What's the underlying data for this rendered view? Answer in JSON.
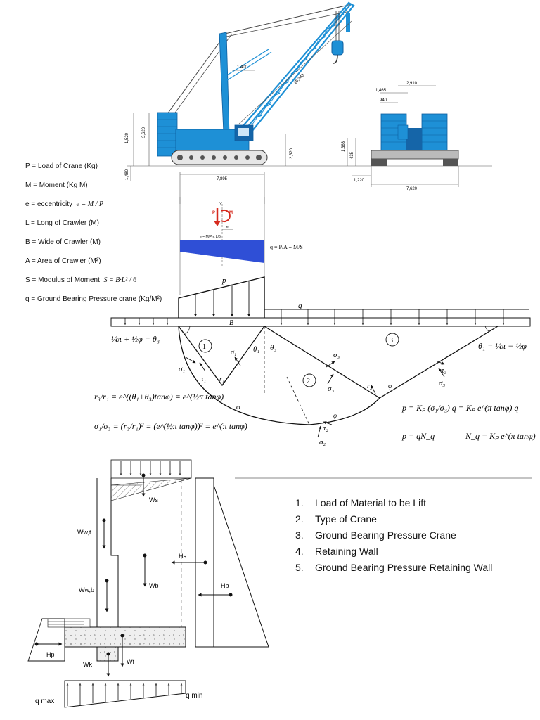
{
  "legend": [
    "P = Load of Crane (Kg)",
    "M = Moment (Kg M)",
    "e = eccentricity",
    "L = Long of Crawler (M)",
    "B = Wide of Crawler (M)",
    "A = Area of Crawler (M²)",
    "S = Modulus of Moment",
    "q = Ground Bearing Pressure crane (Kg/M²)"
  ],
  "legend_formulas": {
    "e": "e = M / P",
    "s": "S = B·L² / 6"
  },
  "crane_dims": {
    "d1400": "1,400",
    "d15240": "15,240",
    "d3620": "3,620",
    "d1520": "1,520",
    "d2320": "2,320",
    "d1480": "1,480",
    "d7895": "7,895",
    "d1465": "1,465",
    "d2910": "2,910",
    "d940": "940",
    "d1363": "1,363",
    "d435": "435",
    "d1220": "1,220",
    "d7620": "7,620"
  },
  "pressure_block": {
    "P": "P",
    "M": "M",
    "Y": "Y",
    "e_label": "e",
    "q_formula": "q = P/A + M/S",
    "inner_formula": "e = M/P ≤ L/6"
  },
  "bearing": {
    "p": "p",
    "q": "q",
    "B": "B",
    "zone1": "1",
    "zone2": "2",
    "zone3": "3",
    "angle_left": "¼π + ½φ = θ₃",
    "angle_right": "θ₁ = ¼π − ½φ",
    "theta1": "θ₁",
    "theta3": "θ₃",
    "sigma1": "σ₁",
    "sigma2": "σ₂",
    "sigma3": "σ₃",
    "tau1": "τ₁",
    "tau2": "τ₂",
    "tau3": "τ₃",
    "r1": "r₁",
    "r3": "r₃",
    "phi": "φ",
    "eq1": "r₃/r₁ = e^((θ₁+θ₃)tanφ) = e^(½π tanφ)",
    "eq2": "σ₁/σ₃ = (r₃/r₁)² = (e^(½π tanφ))² = e^(π tanφ)",
    "eq3": "p = Kₚ (σ₁/σ₃) q = Kₚ e^(π tanφ) q",
    "eq4": "p = qN_q",
    "eq5": "N_q = Kₚ e^(π tanφ)"
  },
  "wall": {
    "Ws": "Ws",
    "Wwt": "Ww,t",
    "Hs": "Hs",
    "Wb": "Wb",
    "Wwb": "Ww,b",
    "Hb": "Hb",
    "Hp": "Hp",
    "Wf": "Wf",
    "Wk": "Wk",
    "qmax": "q max",
    "qmin": "q min"
  },
  "list": [
    "Load of Material to be Lift",
    "Type of Crane",
    "Ground Bearing Pressure Crane",
    "Retaining Wall",
    "Ground Bearing Pressure Retaining Wall"
  ],
  "colors": {
    "crane_blue": "#1e90d6",
    "crane_dark": "#1565a8",
    "pressure_blue": "#2f4fd6",
    "load_red": "#d62a1e",
    "ink": "#111111"
  }
}
